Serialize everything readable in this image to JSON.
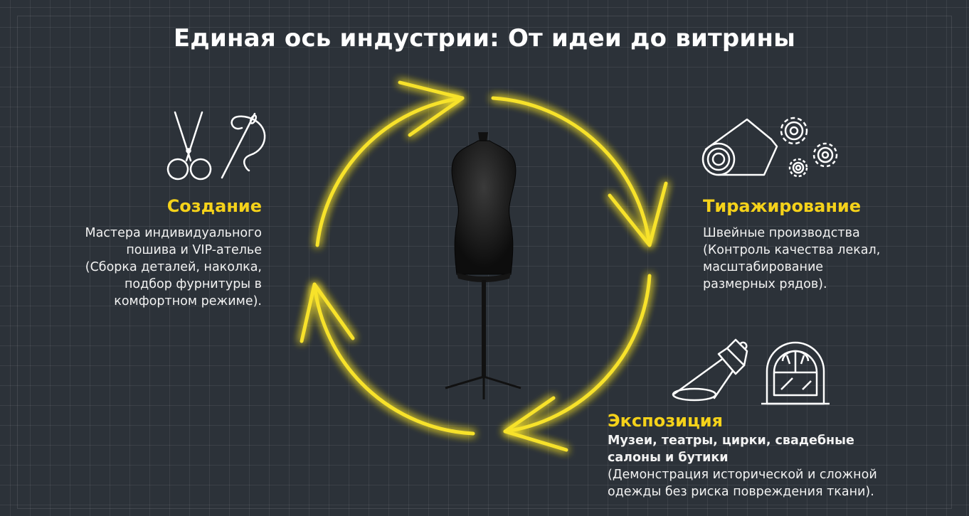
{
  "title": "Единая ось индустрии: От идеи до витрины",
  "colors": {
    "accent": "#f5d21a",
    "background": "#2c3239",
    "text": "#ffffff"
  },
  "stages": {
    "creation": {
      "heading": "Создание",
      "lines": [
        "Мастера индивидуального",
        "пошива и VIP-ателье",
        "(Сборка деталей, наколка,",
        "подбор фурнитуры в",
        "комфортном режиме)."
      ],
      "icons": [
        "scissors-icon",
        "needle-thread-icon"
      ]
    },
    "replication": {
      "heading": "Тиражирование",
      "lines": [
        "Швейные производства",
        "(Контроль качества лекал,",
        "масштабирование",
        "размерных рядов)."
      ],
      "icons": [
        "fabric-roll-icon",
        "gears-icon"
      ]
    },
    "exposition": {
      "heading": "Экспозиция",
      "lines_bold": [
        "Музеи, театры, цирки, свадебные",
        "салоны и бутики"
      ],
      "lines": [
        "(Демонстрация исторической и сложной",
        "одежды без риска повреждения ткани)."
      ],
      "icons": [
        "spotlight-icon",
        "shop-window-icon"
      ]
    }
  },
  "center": {
    "icon": "mannequin-icon",
    "cycle_arrows": 4
  }
}
